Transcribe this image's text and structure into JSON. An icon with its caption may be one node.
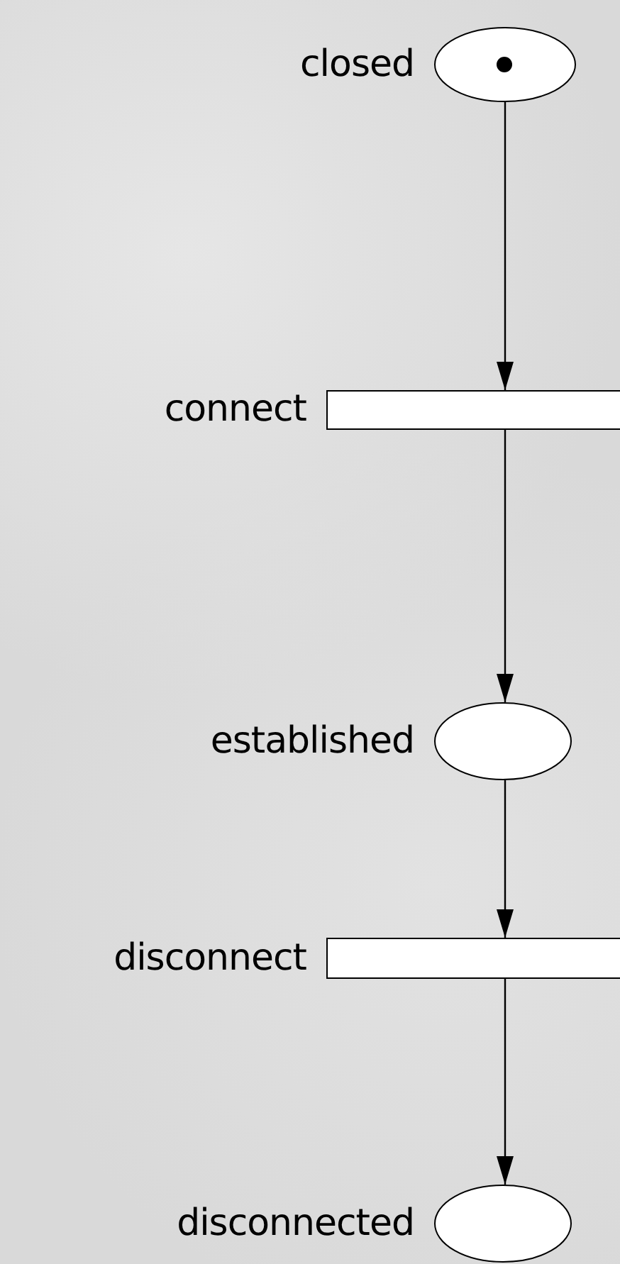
{
  "diagram": {
    "nodes": [
      {
        "text": [],
        "shape": "ellipse",
        "beside": [
          "closed"
        ]
      },
      {
        "text": [],
        "shape": "circle",
        "in": 0
      },
      {
        "text": [],
        "shape": "bar",
        "beside": [
          "connect"
        ]
      },
      {
        "text": [],
        "shape": "ellipse",
        "beside": [
          "established"
        ]
      },
      {
        "text": [],
        "shape": "bar",
        "beside": [
          "disconnect"
        ]
      },
      {
        "text": [],
        "shape": "ellipse",
        "beside": [
          "disconnected"
        ]
      }
    ],
    "edges": [
      {
        "from": 0,
        "to": 2,
        "arrow": "to"
      },
      {
        "from": 2,
        "to": 3,
        "arrow": "to"
      },
      {
        "from": 3,
        "to": 4,
        "arrow": "to"
      },
      {
        "from": 4,
        "to": 5,
        "arrow": "to"
      }
    ]
  }
}
